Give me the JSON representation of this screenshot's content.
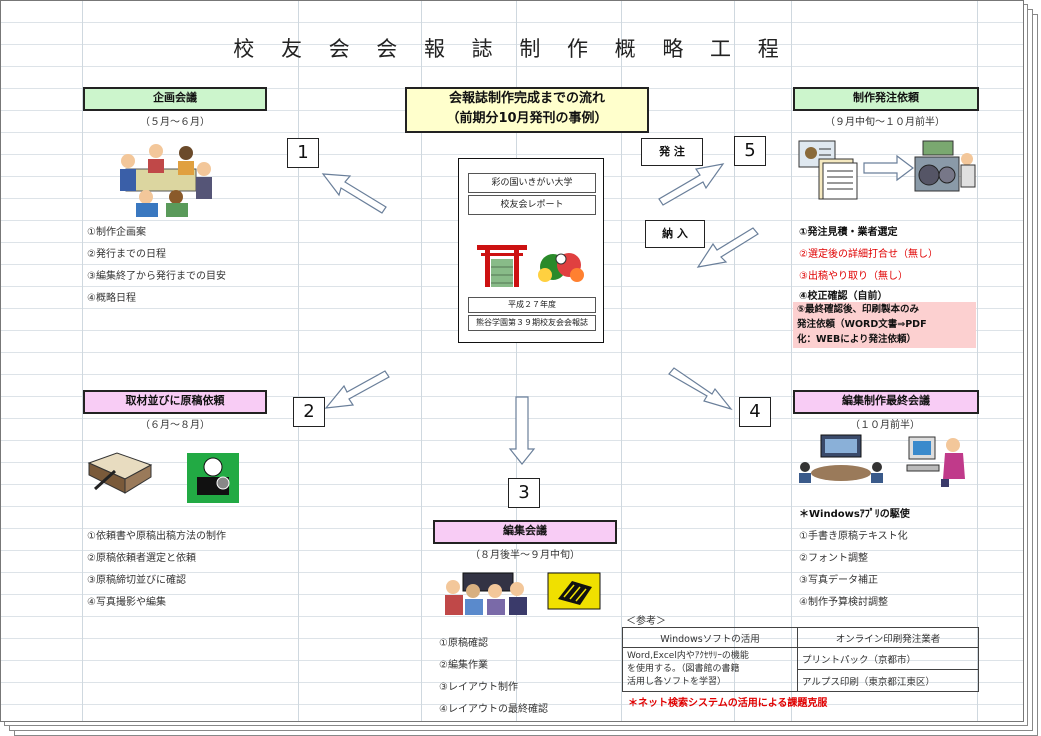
{
  "title": "校 友 会 会 報 誌 制 作 概 略 工 程",
  "center": {
    "title_line1": "会報誌制作完成までの流れ",
    "title_line2": "（前期分10月発刊の事例）",
    "cover": {
      "univ": "彩の国いきがい大学",
      "report": "校友会レポート",
      "date": "平成２７年度",
      "org": "熊谷学園第３９期校友会会報誌"
    }
  },
  "labels": {
    "order": "発 注",
    "delivery": "納 入"
  },
  "numbers": [
    "1",
    "2",
    "3",
    "4",
    "5"
  ],
  "planning": {
    "title": "企画会議",
    "period": "（５月～６月）",
    "items": [
      "①制作企画案",
      "②発行までの日程",
      "③編集終了から発行までの目安",
      "④概略日程"
    ]
  },
  "interview": {
    "title": "取材並びに原稿依頼",
    "period": "（６月～８月）",
    "items": [
      "①依頼書や原稿出稿方法の制作",
      "②原稿依頼者選定と依頼",
      "③原稿締切並びに確認",
      "④写真撮影や編集"
    ]
  },
  "editing": {
    "title": "編集会議",
    "period": "（８月後半～９月中旬）",
    "items": [
      "①原稿確認",
      "②編集作業",
      "③レイアウト制作",
      "④レイアウトの最終確認"
    ]
  },
  "final": {
    "title": "編集制作最終会議",
    "period": "（１０月前半）",
    "heading": "＊Windowsｱﾌﾟﾘの駆使",
    "items": [
      "①手書き原稿テキスト化",
      "②フォント調整",
      "③写真データ補正",
      "④制作予算検討調整"
    ]
  },
  "ordering": {
    "title": "制作発注依頼",
    "period": "（９月中旬～１０月前半）",
    "item1": "①発注見積・業者選定",
    "item2": "②選定後の詳細打合せ（無し）",
    "item3": "③出稿やり取り（無し）",
    "item4": "④校正確認（自前）",
    "item5_line1": "⑤最終確認後、印刷製本のみ",
    "item5_line2": "発注依頼（WORD文書⇒PDF",
    "item5_line3": "化：WEBにより発注依頼）"
  },
  "reference": {
    "label": "＜参考＞",
    "col1_header": "Windowsソフトの活用",
    "col2_header": "オンライン印刷発注業者",
    "col1_body_line1": "Word,Excel内やｱｸｾｻﾘｰの機能",
    "col1_body_line2": "を使用する。（図書館の書籍",
    "col1_body_line3": "活用し各ソフトを学習）",
    "col2_row1": "プリントパック（京都市）",
    "col2_row2": "アルプス印刷（東京都江東区）"
  },
  "warning": "＊ネット検索システムの活用による課題克服",
  "colors": {
    "green": "#ccf5cc",
    "pink": "#f8ccf5",
    "yellow": "#ffffcc",
    "red": "#e00000",
    "note": "#fcd0d0"
  }
}
